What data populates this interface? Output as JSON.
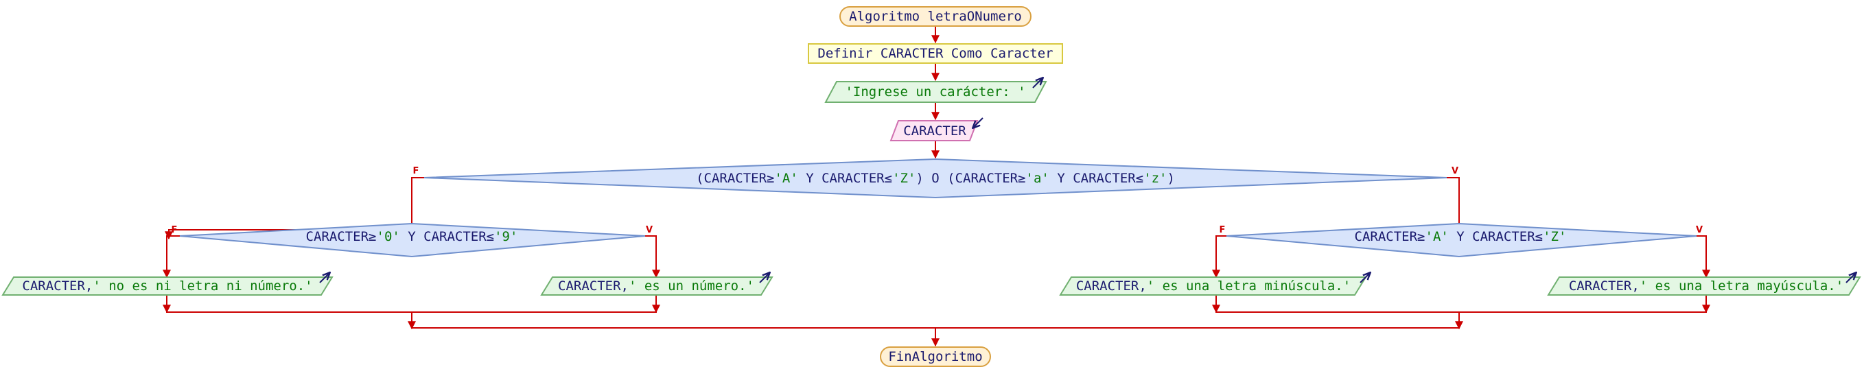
{
  "nodes": {
    "start": {
      "text": "Algoritmo letraONumero"
    },
    "define": {
      "text": "Definir CARACTER Como Caracter"
    },
    "prompt": {
      "text": "'Ingrese un carácter: '"
    },
    "read": {
      "text": "CARACTER"
    },
    "cond_main": {
      "parts": [
        {
          "t": "(CARACTER≥",
          "k": "v"
        },
        {
          "t": "'A'",
          "k": "s"
        },
        {
          "t": " Y CARACTER≤",
          "k": "v"
        },
        {
          "t": "'Z'",
          "k": "s"
        },
        {
          "t": ") O (CARACTER≥",
          "k": "v"
        },
        {
          "t": "'a'",
          "k": "s"
        },
        {
          "t": " Y CARACTER≤",
          "k": "v"
        },
        {
          "t": "'z'",
          "k": "s"
        },
        {
          "t": ")",
          "k": "v"
        }
      ]
    },
    "cond_digit": {
      "parts": [
        {
          "t": "CARACTER≥",
          "k": "v"
        },
        {
          "t": "'0'",
          "k": "s"
        },
        {
          "t": " Y CARACTER≤",
          "k": "v"
        },
        {
          "t": "'9'",
          "k": "s"
        }
      ]
    },
    "cond_upper": {
      "parts": [
        {
          "t": "CARACTER≥",
          "k": "v"
        },
        {
          "t": "'A'",
          "k": "s"
        },
        {
          "t": " Y CARACTER≤",
          "k": "v"
        },
        {
          "t": "'Z'",
          "k": "s"
        }
      ]
    },
    "out_neither": {
      "parts": [
        {
          "t": "CARACTER,",
          "k": "v"
        },
        {
          "t": "' no es ni letra ni número.'",
          "k": "s"
        }
      ]
    },
    "out_number": {
      "parts": [
        {
          "t": "CARACTER,",
          "k": "v"
        },
        {
          "t": "' es un número.'",
          "k": "s"
        }
      ]
    },
    "out_lower": {
      "parts": [
        {
          "t": "CARACTER,",
          "k": "v"
        },
        {
          "t": "' es una letra minúscula.'",
          "k": "s"
        }
      ]
    },
    "out_upper": {
      "parts": [
        {
          "t": "CARACTER,",
          "k": "v"
        },
        {
          "t": "' es una letra mayúscula.'",
          "k": "s"
        }
      ]
    },
    "end": {
      "text": "FinAlgoritmo"
    }
  },
  "branch_labels": {
    "false": "F",
    "true": "V"
  },
  "colors": {
    "terminal_fill": "#fff1d6",
    "terminal_stroke": "#d9a040",
    "process_fill": "#ffffdd",
    "process_stroke": "#d8c840",
    "output_fill": "#e4f7e4",
    "output_stroke": "#70b070",
    "input_fill": "#fde6f4",
    "input_stroke": "#d070b0",
    "decision_fill": "#d8e4fb",
    "decision_stroke": "#7090cc",
    "edge": "#cc0000",
    "text": "#1a1a6e",
    "string": "#0a7a0a",
    "io_arrow": "#1a1a6e"
  }
}
